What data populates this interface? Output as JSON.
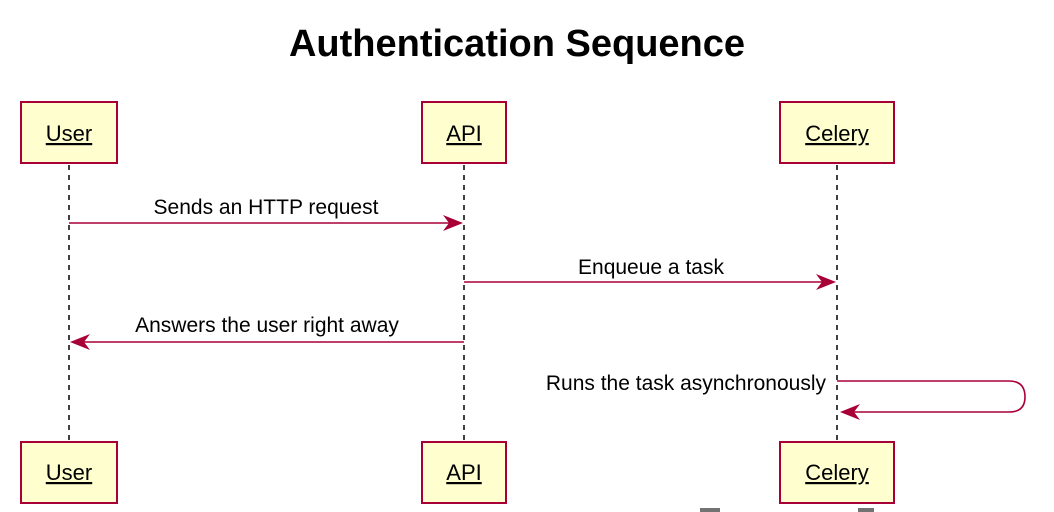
{
  "title": "Authentication Sequence",
  "participants": [
    {
      "id": "user",
      "label": "User"
    },
    {
      "id": "api",
      "label": "API"
    },
    {
      "id": "celery",
      "label": "Celery"
    }
  ],
  "messages": [
    {
      "from": "user",
      "to": "api",
      "label": "Sends an HTTP request"
    },
    {
      "from": "api",
      "to": "celery",
      "label": "Enqueue a task"
    },
    {
      "from": "api",
      "to": "user",
      "label": "Answers the user right away"
    },
    {
      "from": "celery",
      "to": "celery",
      "label": "Runs the task asynchronously"
    }
  ],
  "colors": {
    "accent": "#a80036",
    "participant_fill": "#fefece"
  }
}
